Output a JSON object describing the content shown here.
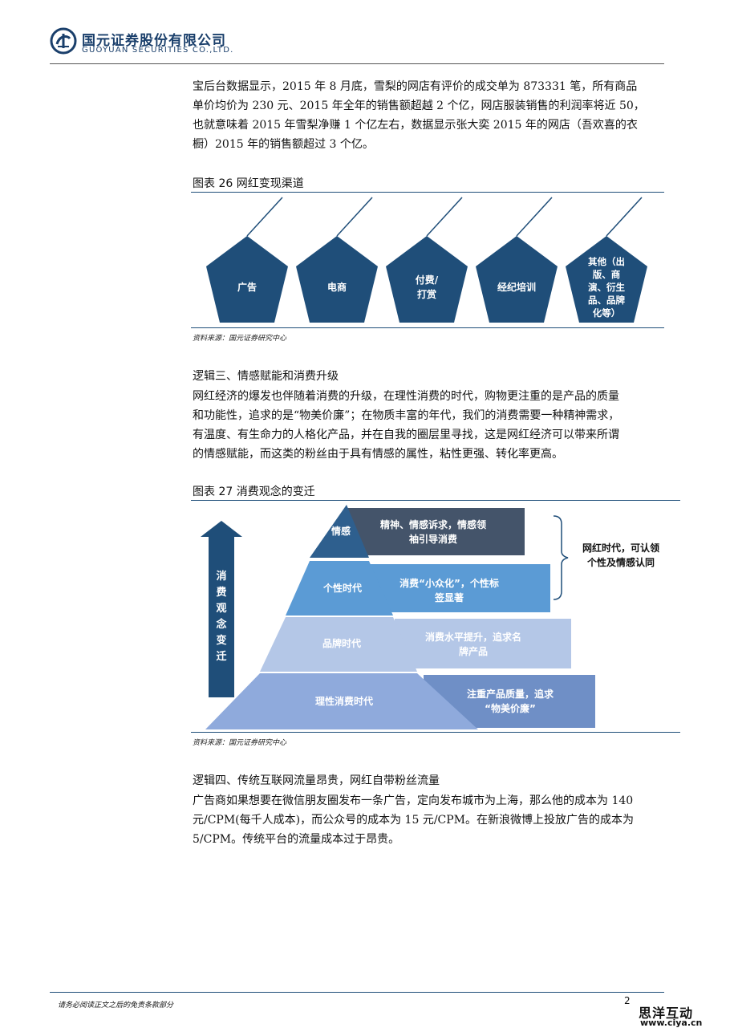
{
  "header": {
    "company_cn": "国元证券股份有限公司",
    "company_en": "GUOYUAN SECURITIES CO.,LTD."
  },
  "intro_paragraph": [
    "宝后台数据显示，2015 年 8 月底，雪梨的网店有评价的成交单为 873331 笔，所有商品",
    "单价均价为 230 元、2015 年全年的销售额超越 2 个亿，网店服装销售的利润率将近 50，",
    "也就意味着 2015 年雪梨净赚 1 个亿左右，数据显示张大奕 2015 年的网店（吾欢喜的衣",
    "橱）2015 年的销售额超过 3 个亿。"
  ],
  "figure26": {
    "title": "图表 26 网红变现渠道",
    "items": [
      [
        "广告"
      ],
      [
        "电商"
      ],
      [
        "付费/",
        "打赏"
      ],
      [
        "经纪培训"
      ],
      [
        "其他（出",
        "版、商",
        "演、衍生",
        "品、品牌",
        "化等）"
      ]
    ],
    "source": "资料来源：国元证券研究中心",
    "color": "#1f4e79"
  },
  "logic3": {
    "heading": "逻辑三、情感赋能和消费升级",
    "paragraph": [
      "网红经济的爆发也伴随着消费的升级，在理性消费的时代，购物更注重的是产品的质量",
      "和功能性，追求的是“物美价廉”；在物质丰富的年代，我们的消费需要一种精神需求，",
      "有温度、有生命力的人格化产品，并在自我的圈层里寻找，这是网红经济可以带来所谓",
      "的情感赋能，而这类的粉丝由于具有情感的属性，粘性更强、转化率更高。"
    ]
  },
  "figure27": {
    "title": "图表 27 消费观念的变迁",
    "arrow_label": [
      "消",
      "费",
      "观",
      "念",
      "变",
      "迁"
    ],
    "levels": [
      {
        "name": "情感",
        "desc": [
          "精神、情感诉求，情感领",
          "袖引导消费"
        ],
        "tier_color": "#2e5f8e",
        "box_color": "#44546a"
      },
      {
        "name": "个性时代",
        "desc": [
          "消费“小众化”，个性标",
          "签显著"
        ],
        "tier_color": "#5b9bd5",
        "box_color": "#5b9bd5"
      },
      {
        "name": "品牌时代",
        "desc": [
          "消费水平提升，追求名",
          "牌产品"
        ],
        "tier_color": "#b4c7e7",
        "box_color": "#b4c7e7"
      },
      {
        "name": "理性消费时代",
        "desc": [
          "注重产品质量，追求",
          "“物美价廉”"
        ],
        "tier_color": "#8faadc",
        "box_color": "#6f8fc6"
      }
    ],
    "bracket_note": [
      "网红时代，可认领",
      "个性及情感认同"
    ],
    "source": "资料来源：国元证券研究中心"
  },
  "logic4": {
    "heading": "逻辑四、传统互联网流量昂贵，网红自带粉丝流量",
    "paragraph": [
      "广告商如果想要在微信朋友圈发布一条广告，定向发布城市为上海，那么他的成本为 140",
      "元/CPM(每千人成本)，而公众号的成本为 15 元/CPM。在新浪微博上投放广告的成本为",
      "5/CPM。传统平台的流量成本过于昂贵。"
    ]
  },
  "footer": {
    "note": "请务必阅读正文之后的免责条款部分",
    "page_number": "2",
    "watermark_cn": "思洋互动",
    "watermark_url": "www.ciya.cn"
  }
}
